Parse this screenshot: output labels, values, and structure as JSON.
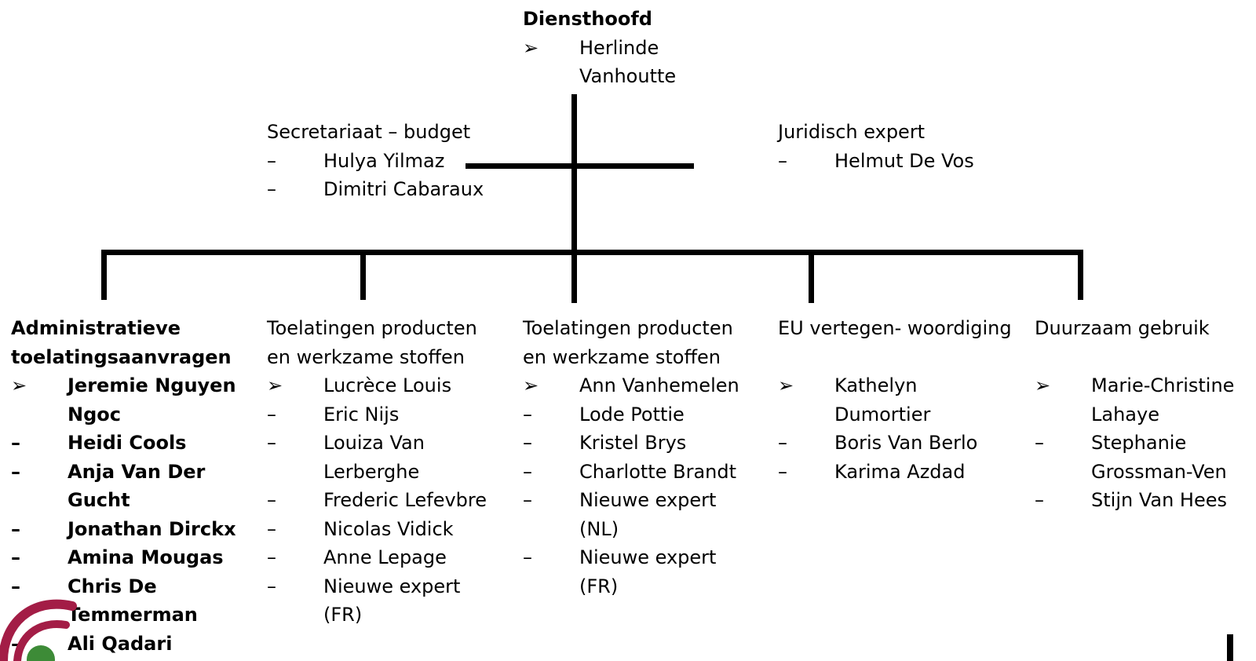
{
  "markers": {
    "arrow": "➢",
    "dash": "–"
  },
  "colors": {
    "line": "#000000",
    "logo_red": "#a31d46",
    "logo_green": "#3d8b37"
  },
  "head": {
    "title": "Diensthoofd",
    "members": [
      {
        "marker": "➢",
        "name": "Herlinde Vanhoutte"
      }
    ]
  },
  "secretariat": {
    "title": "Secretariaat – budget",
    "members": [
      {
        "marker": "–",
        "name": "Hulya Yilmaz"
      },
      {
        "marker": "–",
        "name": "Dimitri Cabaraux"
      }
    ]
  },
  "legal": {
    "title": "Juridisch expert",
    "members": [
      {
        "marker": "–",
        "name": "Helmut De Vos"
      }
    ]
  },
  "admin": {
    "title": "Administratieve toelatingsaanvragen",
    "members": [
      {
        "marker": "➢",
        "name": "Jeremie Nguyen Ngoc"
      },
      {
        "marker": "–",
        "name": "Heidi Cools"
      },
      {
        "marker": "–",
        "name": "Anja Van Der Gucht"
      },
      {
        "marker": "–",
        "name": "Jonathan Dirckx"
      },
      {
        "marker": "–",
        "name": "Amina Mougas"
      },
      {
        "marker": "–",
        "name": "Chris De Temmerman"
      },
      {
        "marker": "–",
        "name": "Ali Qadari"
      }
    ]
  },
  "products1": {
    "title": "Toelatingen producten en werkzame stoffen",
    "members": [
      {
        "marker": "➢",
        "name": "Lucrèce Louis"
      },
      {
        "marker": "–",
        "name": "Eric Nijs"
      },
      {
        "marker": "–",
        "name": "Louiza Van Lerberghe"
      },
      {
        "marker": "–",
        "name": "Frederic Lefevbre"
      },
      {
        "marker": "–",
        "name": "Nicolas Vidick"
      },
      {
        "marker": "–",
        "name": "Anne Lepage"
      },
      {
        "marker": "–",
        "name": "Nieuwe expert (FR)"
      }
    ]
  },
  "products2": {
    "title": "Toelatingen producten en werkzame stoffen",
    "members": [
      {
        "marker": "➢",
        "name": "Ann Vanhemelen"
      },
      {
        "marker": "–",
        "name": "Lode Pottie"
      },
      {
        "marker": "–",
        "name": "Kristel Brys"
      },
      {
        "marker": "–",
        "name": "Charlotte Brandt"
      },
      {
        "marker": "–",
        "name": "Nieuwe expert (NL)"
      },
      {
        "marker": "–",
        "name": "Nieuwe expert (FR)"
      }
    ]
  },
  "eu": {
    "title": "EU vertegen- woordiging",
    "members": [
      {
        "marker": "➢",
        "name": "Kathelyn Dumortier"
      },
      {
        "marker": "–",
        "name": "Boris Van Berlo"
      },
      {
        "marker": "–",
        "name": "Karima Azdad"
      }
    ]
  },
  "sustainable": {
    "title": "Duurzaam gebruik",
    "members": [
      {
        "marker": "➢",
        "name": "Marie-Christine Lahaye"
      },
      {
        "marker": "–",
        "name": "Stephanie Grossman-Ven"
      },
      {
        "marker": "–",
        "name": "Stijn Van Hees"
      }
    ]
  }
}
